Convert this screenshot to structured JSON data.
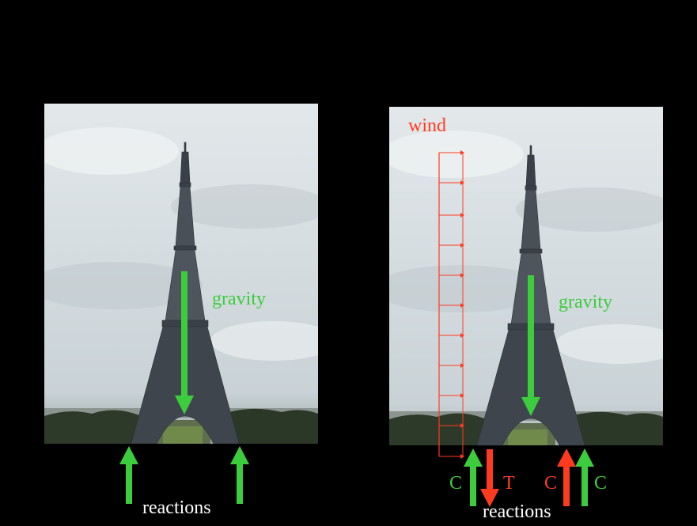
{
  "colors": {
    "background": "#000000",
    "gravity": "#3dcc3d",
    "compression": "#3dcc3d",
    "tension": "#ff3b1f",
    "wind": "#ff3b1f",
    "label_text": "#ffffff"
  },
  "left_panel": {
    "gravity_label": "gravity",
    "reactions_label": "reactions"
  },
  "right_panel": {
    "wind_label": "wind",
    "gravity_label": "gravity",
    "reactions_label": "reactions",
    "reaction_markers": [
      "C",
      "T",
      "C",
      "C"
    ]
  }
}
